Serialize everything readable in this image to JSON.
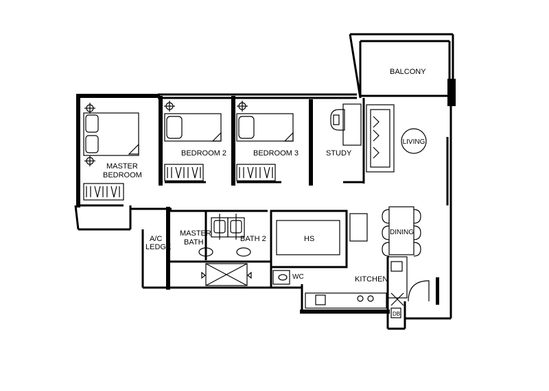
{
  "plan": {
    "rooms": {
      "balcony": "BALCONY",
      "bedroom2": "BEDROOM 2",
      "bedroom3": "BEDROOM 3",
      "study": "STUDY",
      "living": "LIVING",
      "master_bedroom_line1": "MASTER",
      "master_bedroom_line2": "BEDROOM",
      "ac_ledge_line1": "A/C",
      "ac_ledge_line2": "LEDGE",
      "master_bath_line1": "MASTER",
      "master_bath_line2": "BATH",
      "bath2": "BATH 2",
      "hs": "HS",
      "dining": "DINING",
      "wc": "WC",
      "kitchen": "KITCHEN",
      "db": "DB"
    }
  }
}
